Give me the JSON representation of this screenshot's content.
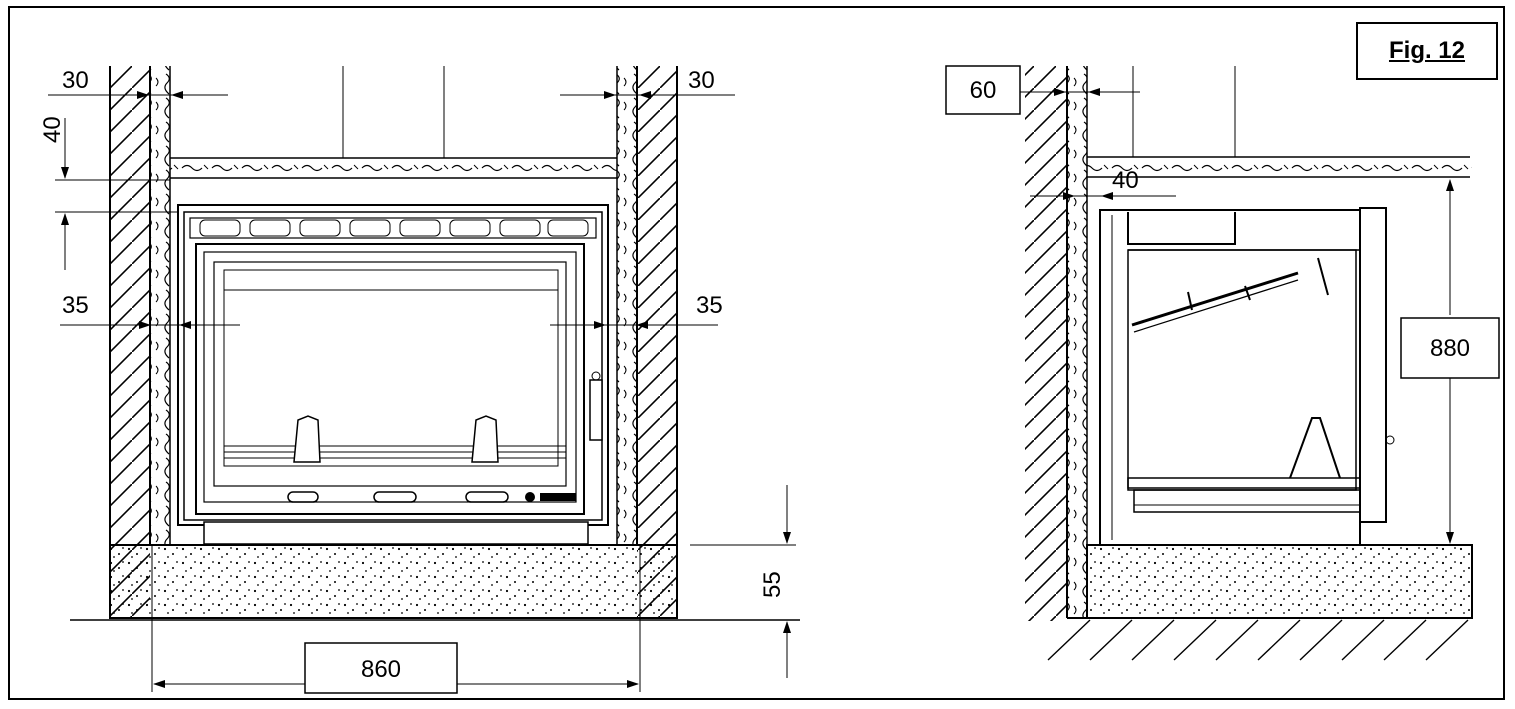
{
  "figure": {
    "label": "Fig. 12"
  },
  "front_view": {
    "dim_left_wall_gap": "30",
    "dim_right_wall_gap": "30",
    "dim_top_gap": "40",
    "dim_left_side": "35",
    "dim_right_side": "35",
    "dim_hearth_height": "55",
    "dim_width": "860"
  },
  "side_view": {
    "dim_wall_gap": "60",
    "dim_back_gap": "40",
    "dim_height": "880"
  }
}
